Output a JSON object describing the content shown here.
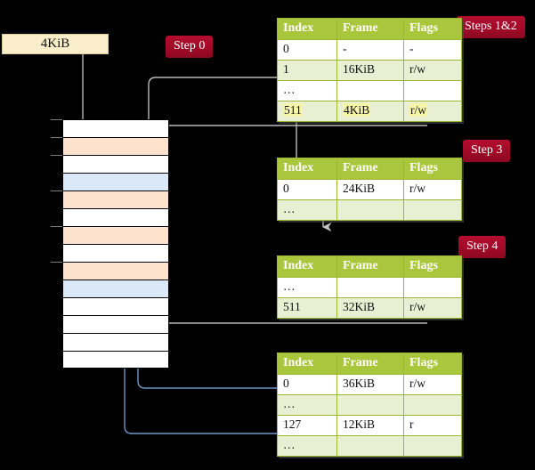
{
  "diagram": {
    "title_hidden": "",
    "source_box": {
      "label": "4KiB"
    },
    "badges": [
      {
        "name": "step-0",
        "label": "Step 0"
      },
      {
        "name": "steps-1-2",
        "label": "Steps 1&2"
      },
      {
        "name": "step-3",
        "label": "Step 3"
      },
      {
        "name": "step-4",
        "label": "Step 4"
      }
    ],
    "colors": {
      "badge": "#a30b2a",
      "table_header": "#a9c63c",
      "table_alt_row": "#e9efd3",
      "highlight": "#f7f6a8",
      "source_box": "#fbeeca",
      "mem_orange": "#fde3ce",
      "mem_blue": "#dbe8f7",
      "wire_gray": "#b9b9b9",
      "wire_blue": "#6f94c4",
      "background": "#000000"
    },
    "memory_column": {
      "name": "physical-memory-column",
      "rows": [
        {
          "fill": "white"
        },
        {
          "fill": "orange"
        },
        {
          "fill": "white"
        },
        {
          "fill": "blue"
        },
        {
          "fill": "orange"
        },
        {
          "fill": "white"
        },
        {
          "fill": "orange"
        },
        {
          "fill": "white"
        },
        {
          "fill": "orange"
        },
        {
          "fill": "blue"
        },
        {
          "fill": "white"
        },
        {
          "fill": "white"
        },
        {
          "fill": "white"
        },
        {
          "fill": "white"
        }
      ]
    },
    "tables": [
      {
        "name": "page-table-level-0",
        "step": "Steps 1&2",
        "columns": [
          "Index",
          "Frame",
          "Flags"
        ],
        "rows": [
          {
            "style": "plain",
            "cells": [
              "0",
              "-",
              "-"
            ],
            "highlight": [
              false,
              false,
              false
            ]
          },
          {
            "style": "alt",
            "cells": [
              "1",
              "16KiB",
              "r/w"
            ],
            "highlight": [
              false,
              false,
              false
            ]
          },
          {
            "style": "plain",
            "cells": [
              "…",
              "",
              ""
            ],
            "highlight": [
              false,
              false,
              false
            ]
          },
          {
            "style": "alt",
            "cells": [
              "511",
              "4KiB",
              "r/w"
            ],
            "highlight": [
              true,
              true,
              true
            ]
          }
        ]
      },
      {
        "name": "page-table-level-1",
        "step": "Step 3",
        "columns": [
          "Index",
          "Frame",
          "Flags"
        ],
        "rows": [
          {
            "style": "plain",
            "cells": [
              "0",
              "24KiB",
              "r/w"
            ],
            "highlight": [
              false,
              false,
              false
            ]
          },
          {
            "style": "alt",
            "cells": [
              "…",
              "",
              ""
            ],
            "highlight": [
              false,
              false,
              false
            ]
          }
        ]
      },
      {
        "name": "page-table-level-2",
        "step": "Step 4",
        "columns": [
          "Index",
          "Frame",
          "Flags"
        ],
        "rows": [
          {
            "style": "plain",
            "cells": [
              "…",
              "",
              ""
            ],
            "highlight": [
              false,
              false,
              false
            ]
          },
          {
            "style": "alt",
            "cells": [
              "511",
              "32KiB",
              "r/w"
            ],
            "highlight": [
              false,
              false,
              false
            ]
          }
        ]
      },
      {
        "name": "page-table-level-3",
        "step": "",
        "columns": [
          "Index",
          "Frame",
          "Flags"
        ],
        "rows": [
          {
            "style": "plain",
            "cells": [
              "0",
              "36KiB",
              "r/w"
            ],
            "highlight": [
              false,
              false,
              false
            ]
          },
          {
            "style": "alt",
            "cells": [
              "…",
              "",
              ""
            ],
            "highlight": [
              false,
              false,
              false
            ]
          },
          {
            "style": "plain",
            "cells": [
              "127",
              "12KiB",
              "r"
            ],
            "highlight": [
              false,
              false,
              false
            ]
          },
          {
            "style": "alt",
            "cells": [
              "…",
              "",
              ""
            ],
            "highlight": [
              false,
              false,
              false
            ]
          }
        ]
      }
    ]
  }
}
